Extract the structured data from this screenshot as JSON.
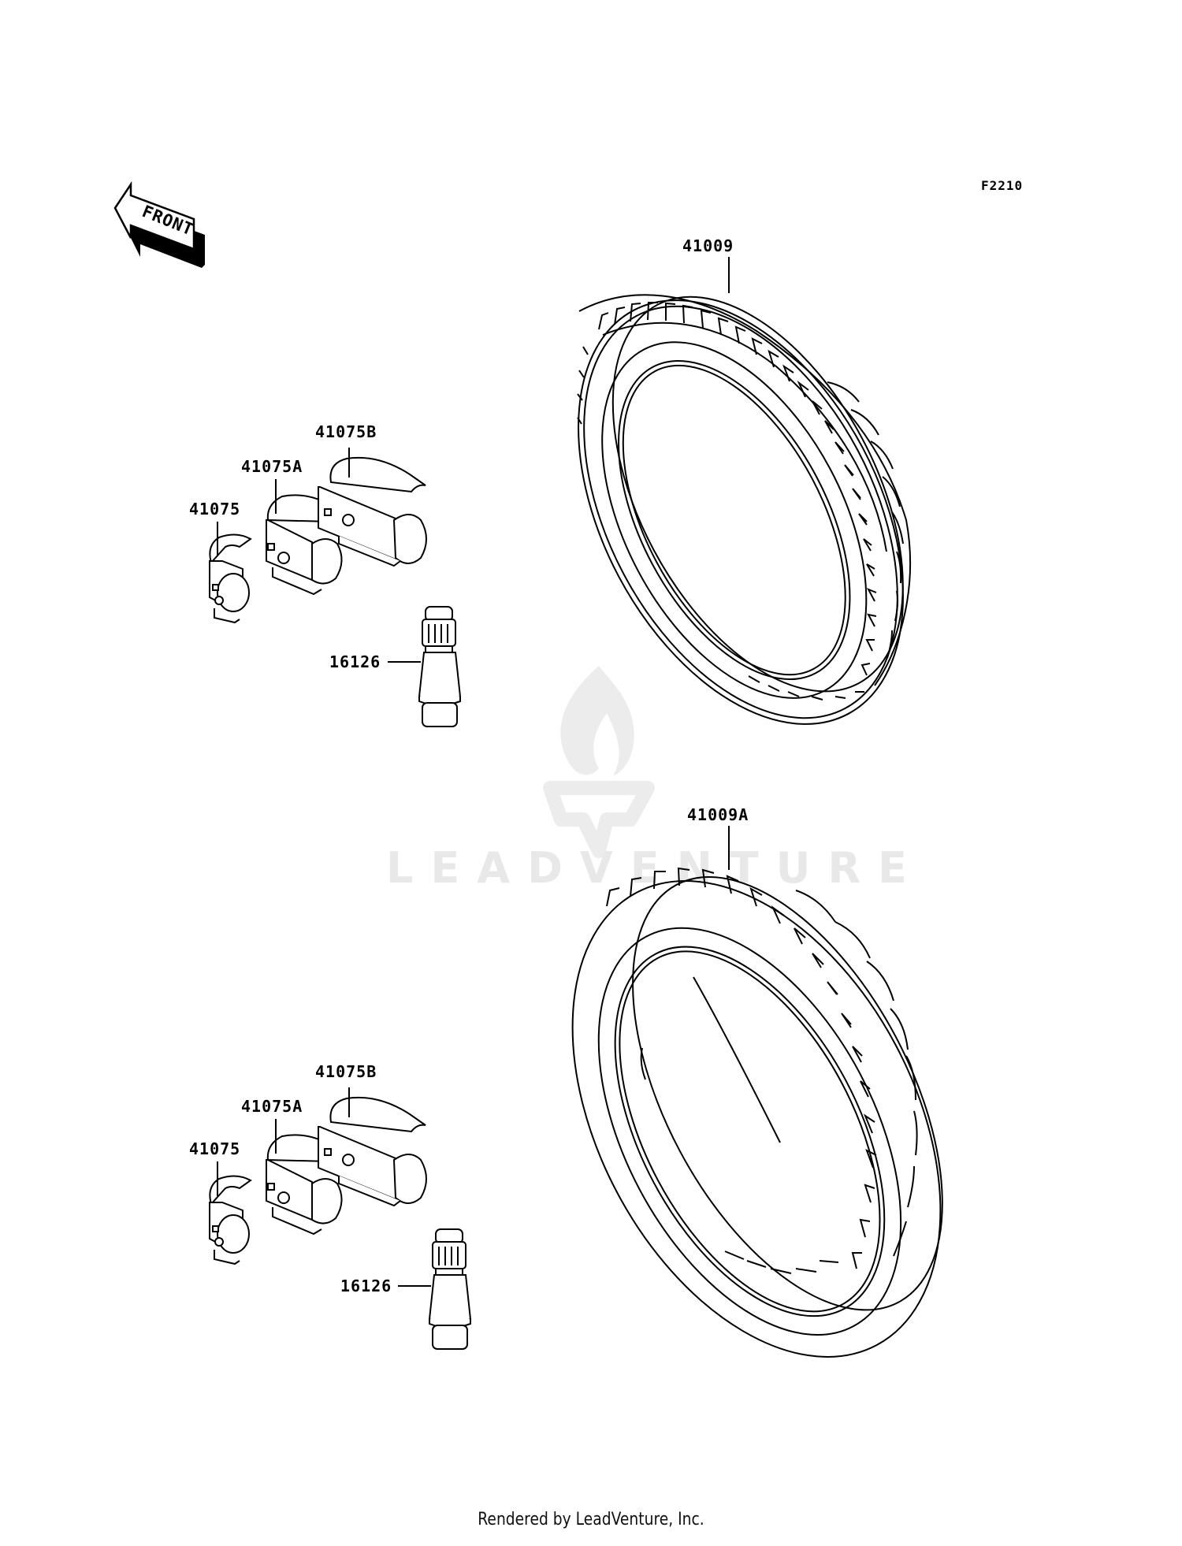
{
  "diagram": {
    "id": "F2210",
    "orientation_label": "FRONT",
    "footer": "Rendered by LeadVenture, Inc.",
    "watermark": "LEADVENTURE"
  },
  "front_assembly": {
    "tire_label": "41009",
    "weights": [
      {
        "label": "41075"
      },
      {
        "label": "41075A"
      },
      {
        "label": "41075B"
      }
    ],
    "valve_label": "16126"
  },
  "rear_assembly": {
    "tire_label": "41009A",
    "weights": [
      {
        "label": "41075"
      },
      {
        "label": "41075A"
      },
      {
        "label": "41075B"
      }
    ],
    "valve_label": "16126"
  },
  "colors": {
    "line": "#000000",
    "watermark": "#e6e6e6",
    "background": "#ffffff"
  }
}
